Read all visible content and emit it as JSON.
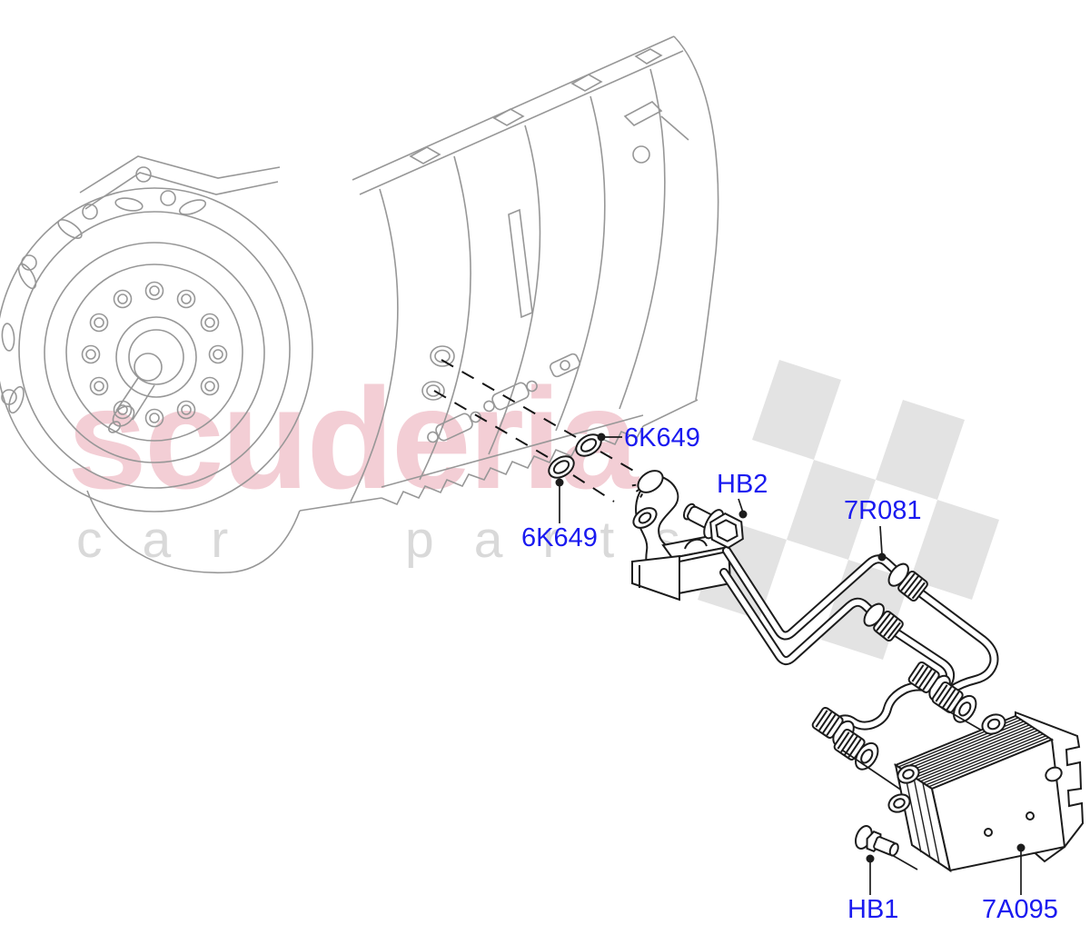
{
  "watermark": {
    "brand": "scuderia",
    "tagline_words": [
      "car",
      "parts"
    ]
  },
  "part_labels": {
    "seal_ring_upper": "6K649",
    "seal_ring_lower": "6K649",
    "bolt_hb2": "HB2",
    "oil_cooler_tubes": "7R081",
    "bolt_hb1": "HB1",
    "oil_cooler": "7A095"
  },
  "colors": {
    "label_blue": "#1a1af0",
    "line_black": "#1c1c1c",
    "transmission_gray": "#979797",
    "watermark_pink": "#eec4ce",
    "watermark_gray": "#d9d9d9",
    "flag_gray": "#e3e3e3",
    "background": "#ffffff"
  }
}
